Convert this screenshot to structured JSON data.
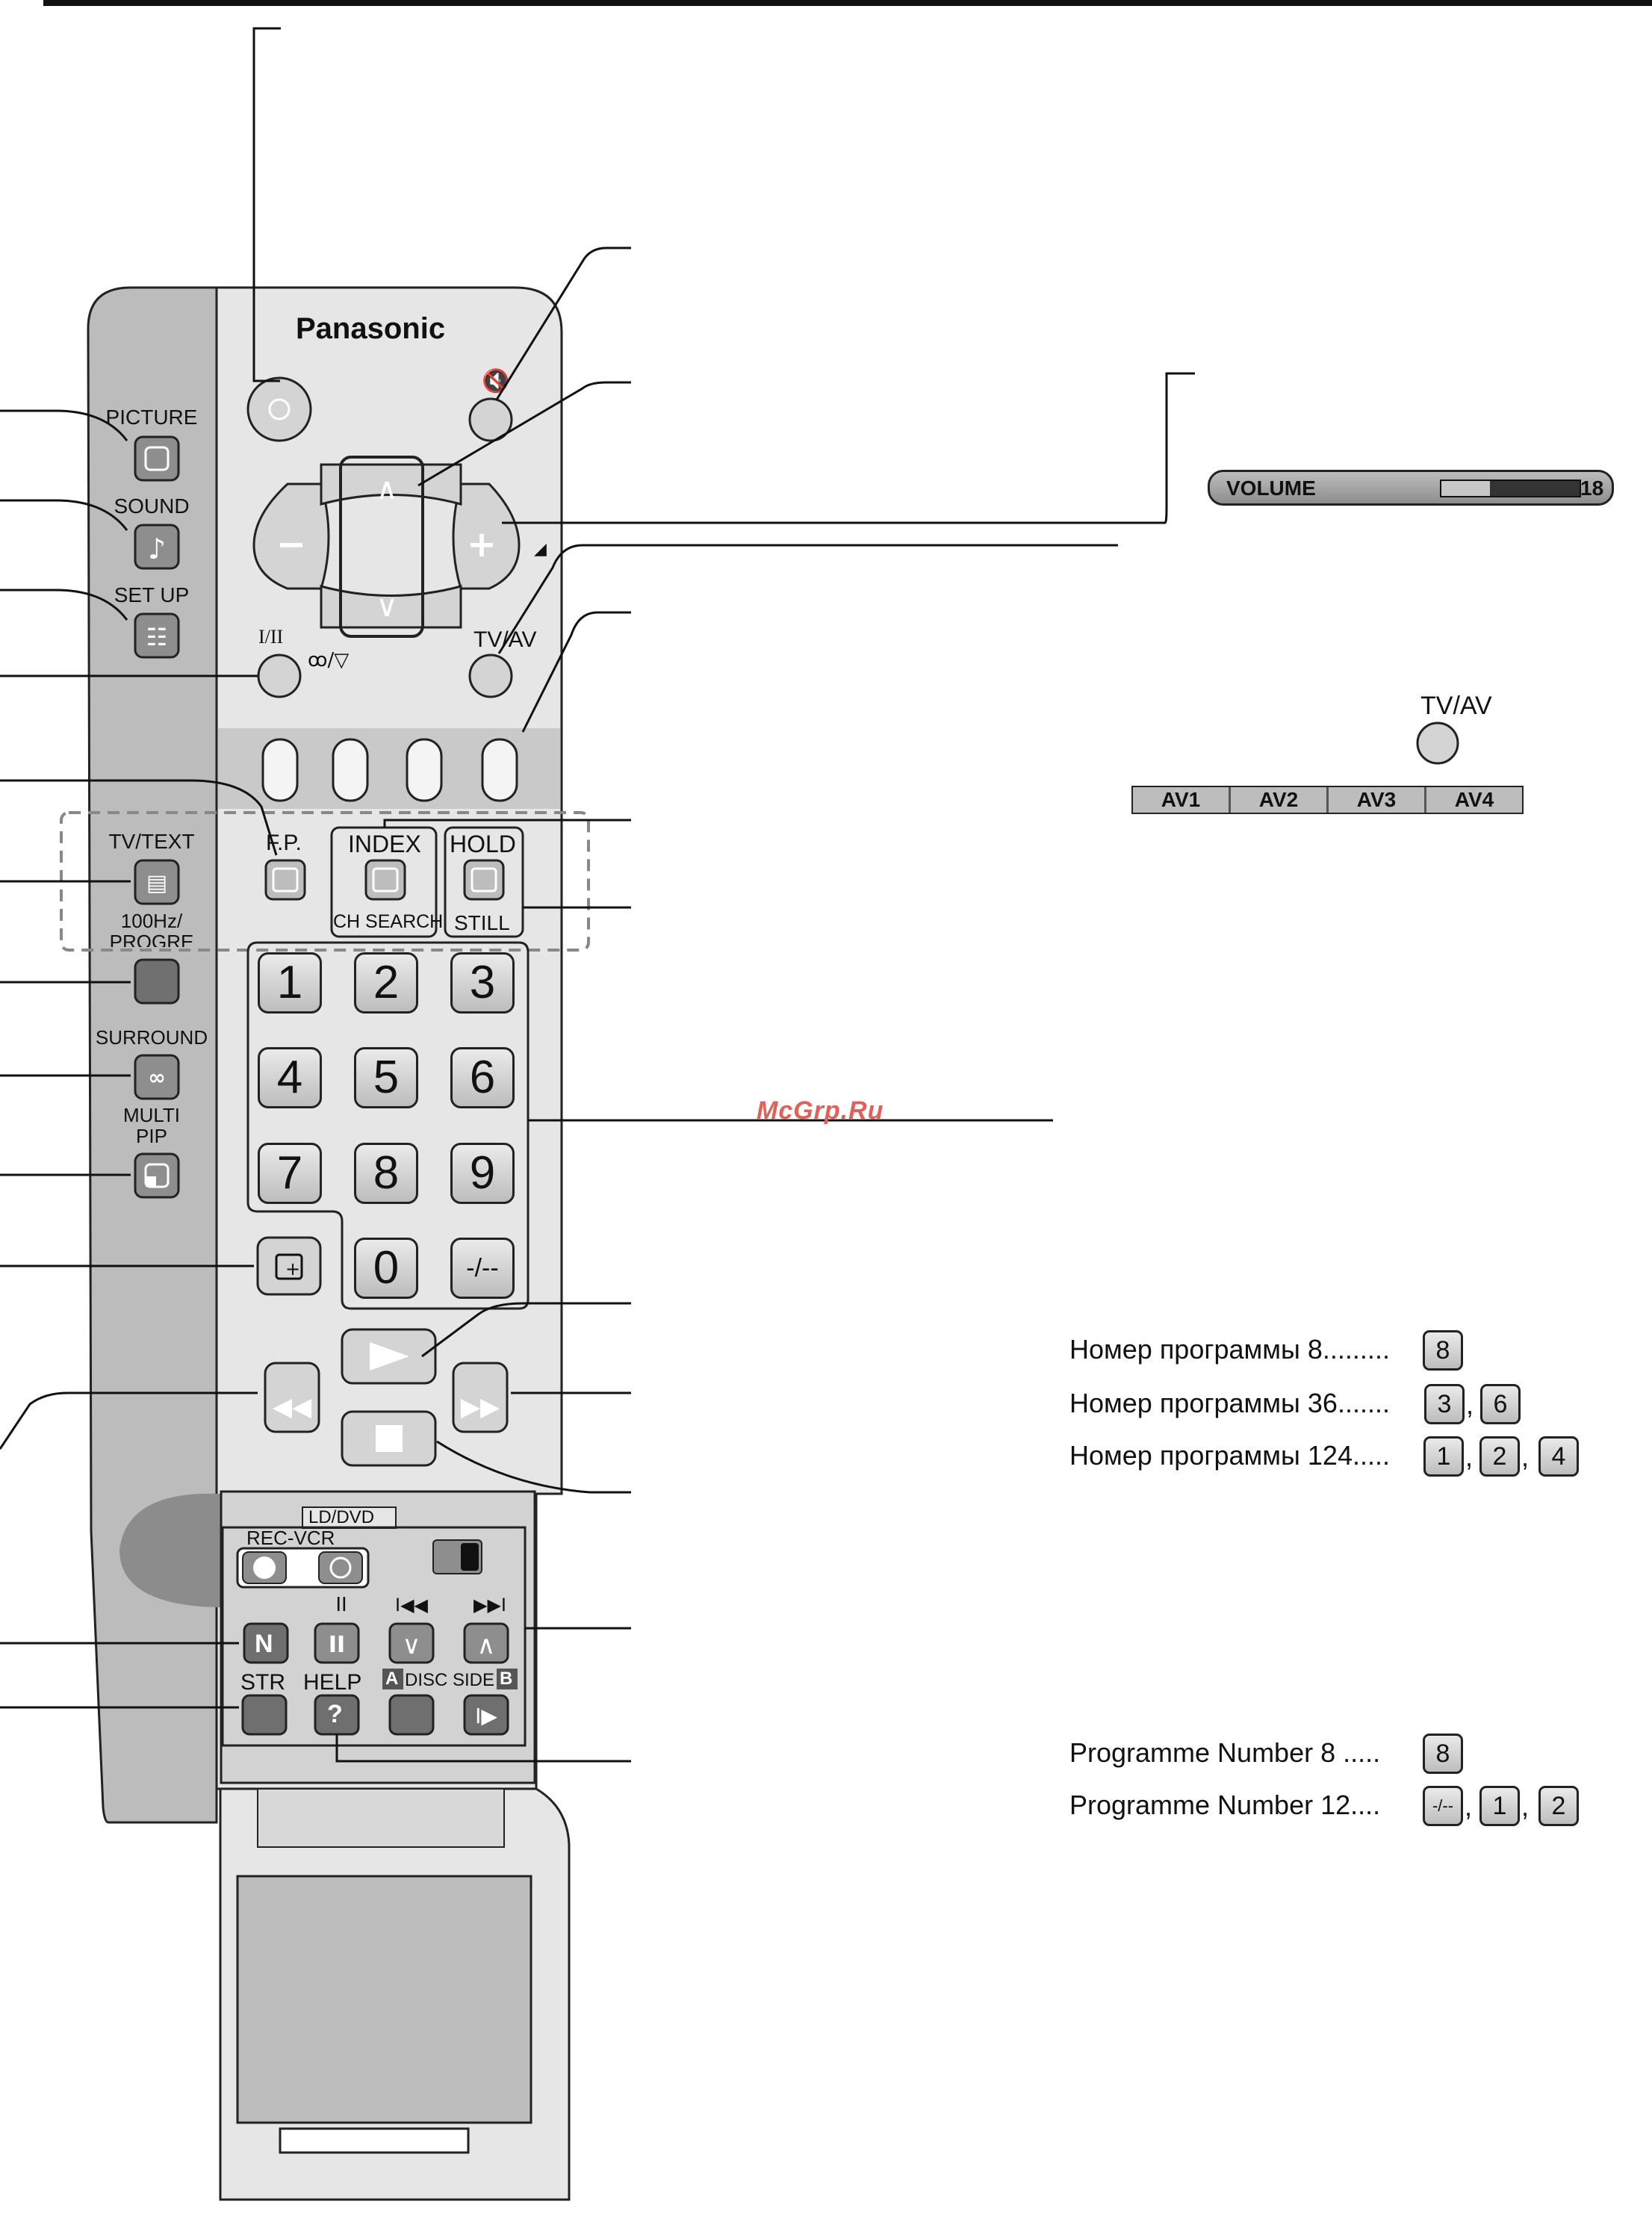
{
  "remote": {
    "brand": "Panasonic",
    "side_buttons": {
      "picture": "PICTURE",
      "sound": "SOUND",
      "setup": "SET UP",
      "tv_text": "TV/TEXT",
      "hz100_line1": "100Hz/",
      "hz100_line2": "PROGRE",
      "surround": "SURROUND",
      "multi_line1": "MULTI",
      "multi_line2": "PIP"
    },
    "labels": {
      "stereo": "I/II",
      "tv_av": "TV/AV",
      "fp": "F.P.",
      "index": "INDEX",
      "ch_search": "CH SEARCH",
      "hold": "HOLD",
      "still": "STILL",
      "ld_dvd": "LD/DVD",
      "rec_vcr": "REC-VCR",
      "n_button": "N",
      "str": "STR",
      "help": "HELP",
      "help_symbol": "?",
      "disc_side": "DISC SIDE",
      "side_a": "A",
      "side_b": "B",
      "dash_key": "-/--"
    },
    "digits": [
      "1",
      "2",
      "3",
      "4",
      "5",
      "6",
      "7",
      "8",
      "9",
      "0"
    ]
  },
  "volume_display": {
    "label": "VOLUME",
    "value": "18",
    "level": 0.35
  },
  "tv_av_panel": {
    "button_label": "TV/AV",
    "modes": [
      "AV1",
      "AV2",
      "AV3",
      "AV4"
    ]
  },
  "watermark": "McGrp.Ru",
  "examples_ru": [
    {
      "text": "Номер программы 8.........",
      "keys": [
        "8"
      ]
    },
    {
      "text": "Номер программы 36.......",
      "keys": [
        "3",
        "6"
      ]
    },
    {
      "text": "Номер программы 124.....",
      "keys": [
        "1",
        "2",
        "4"
      ]
    }
  ],
  "examples_en": [
    {
      "text": "Programme Number 8 .....",
      "keys": [
        "8"
      ]
    },
    {
      "text": "Programme Number 12....",
      "keys": [
        "-/--",
        "1",
        "2"
      ]
    }
  ]
}
